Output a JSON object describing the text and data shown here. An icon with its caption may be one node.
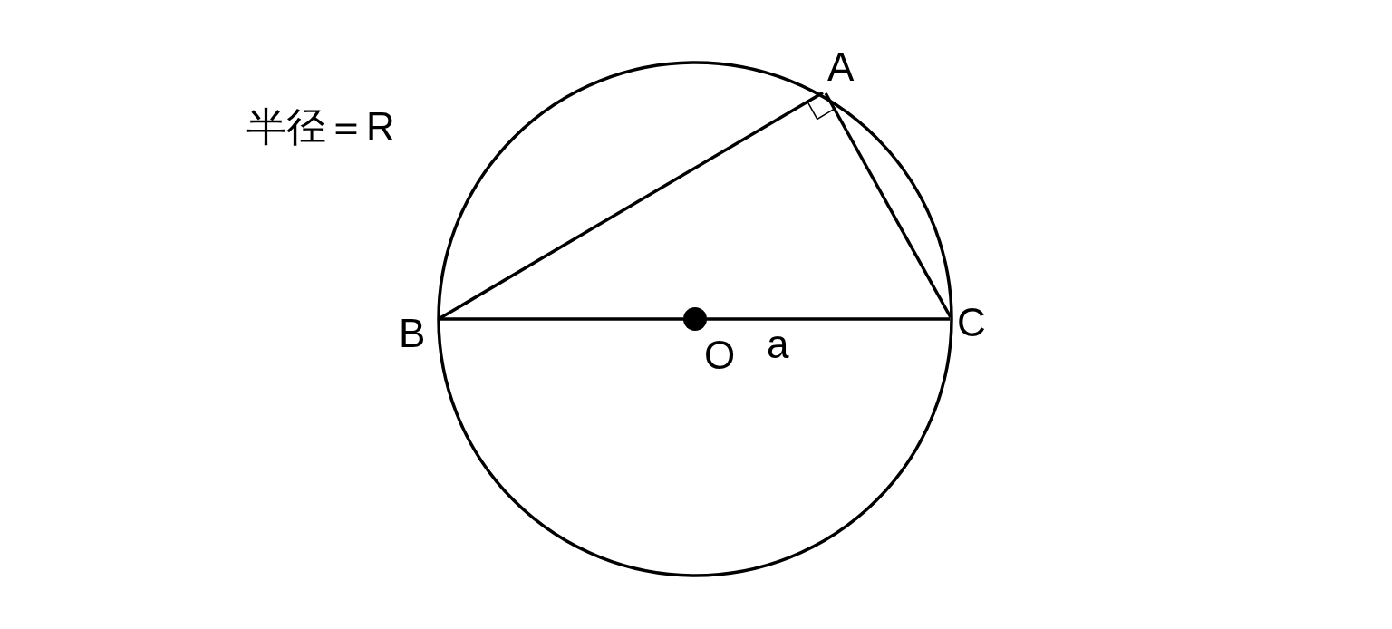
{
  "diagram": {
    "nodes": [
      {
        "text": [
          "A"
        ]
      },
      {
        "text": [
          "B"
        ]
      },
      {
        "text": [
          "C"
        ]
      }
    ],
    "edges": [
      {
        "from": 1,
        "to": 0,
        "arrow": "none"
      },
      {
        "from": 0,
        "to": 2,
        "arrow": "none"
      },
      {
        "from": 1,
        "to": 2,
        "arrow": "none"
      }
    ],
    "labels": [
      "半径＝R",
      "O",
      "a"
    ]
  }
}
